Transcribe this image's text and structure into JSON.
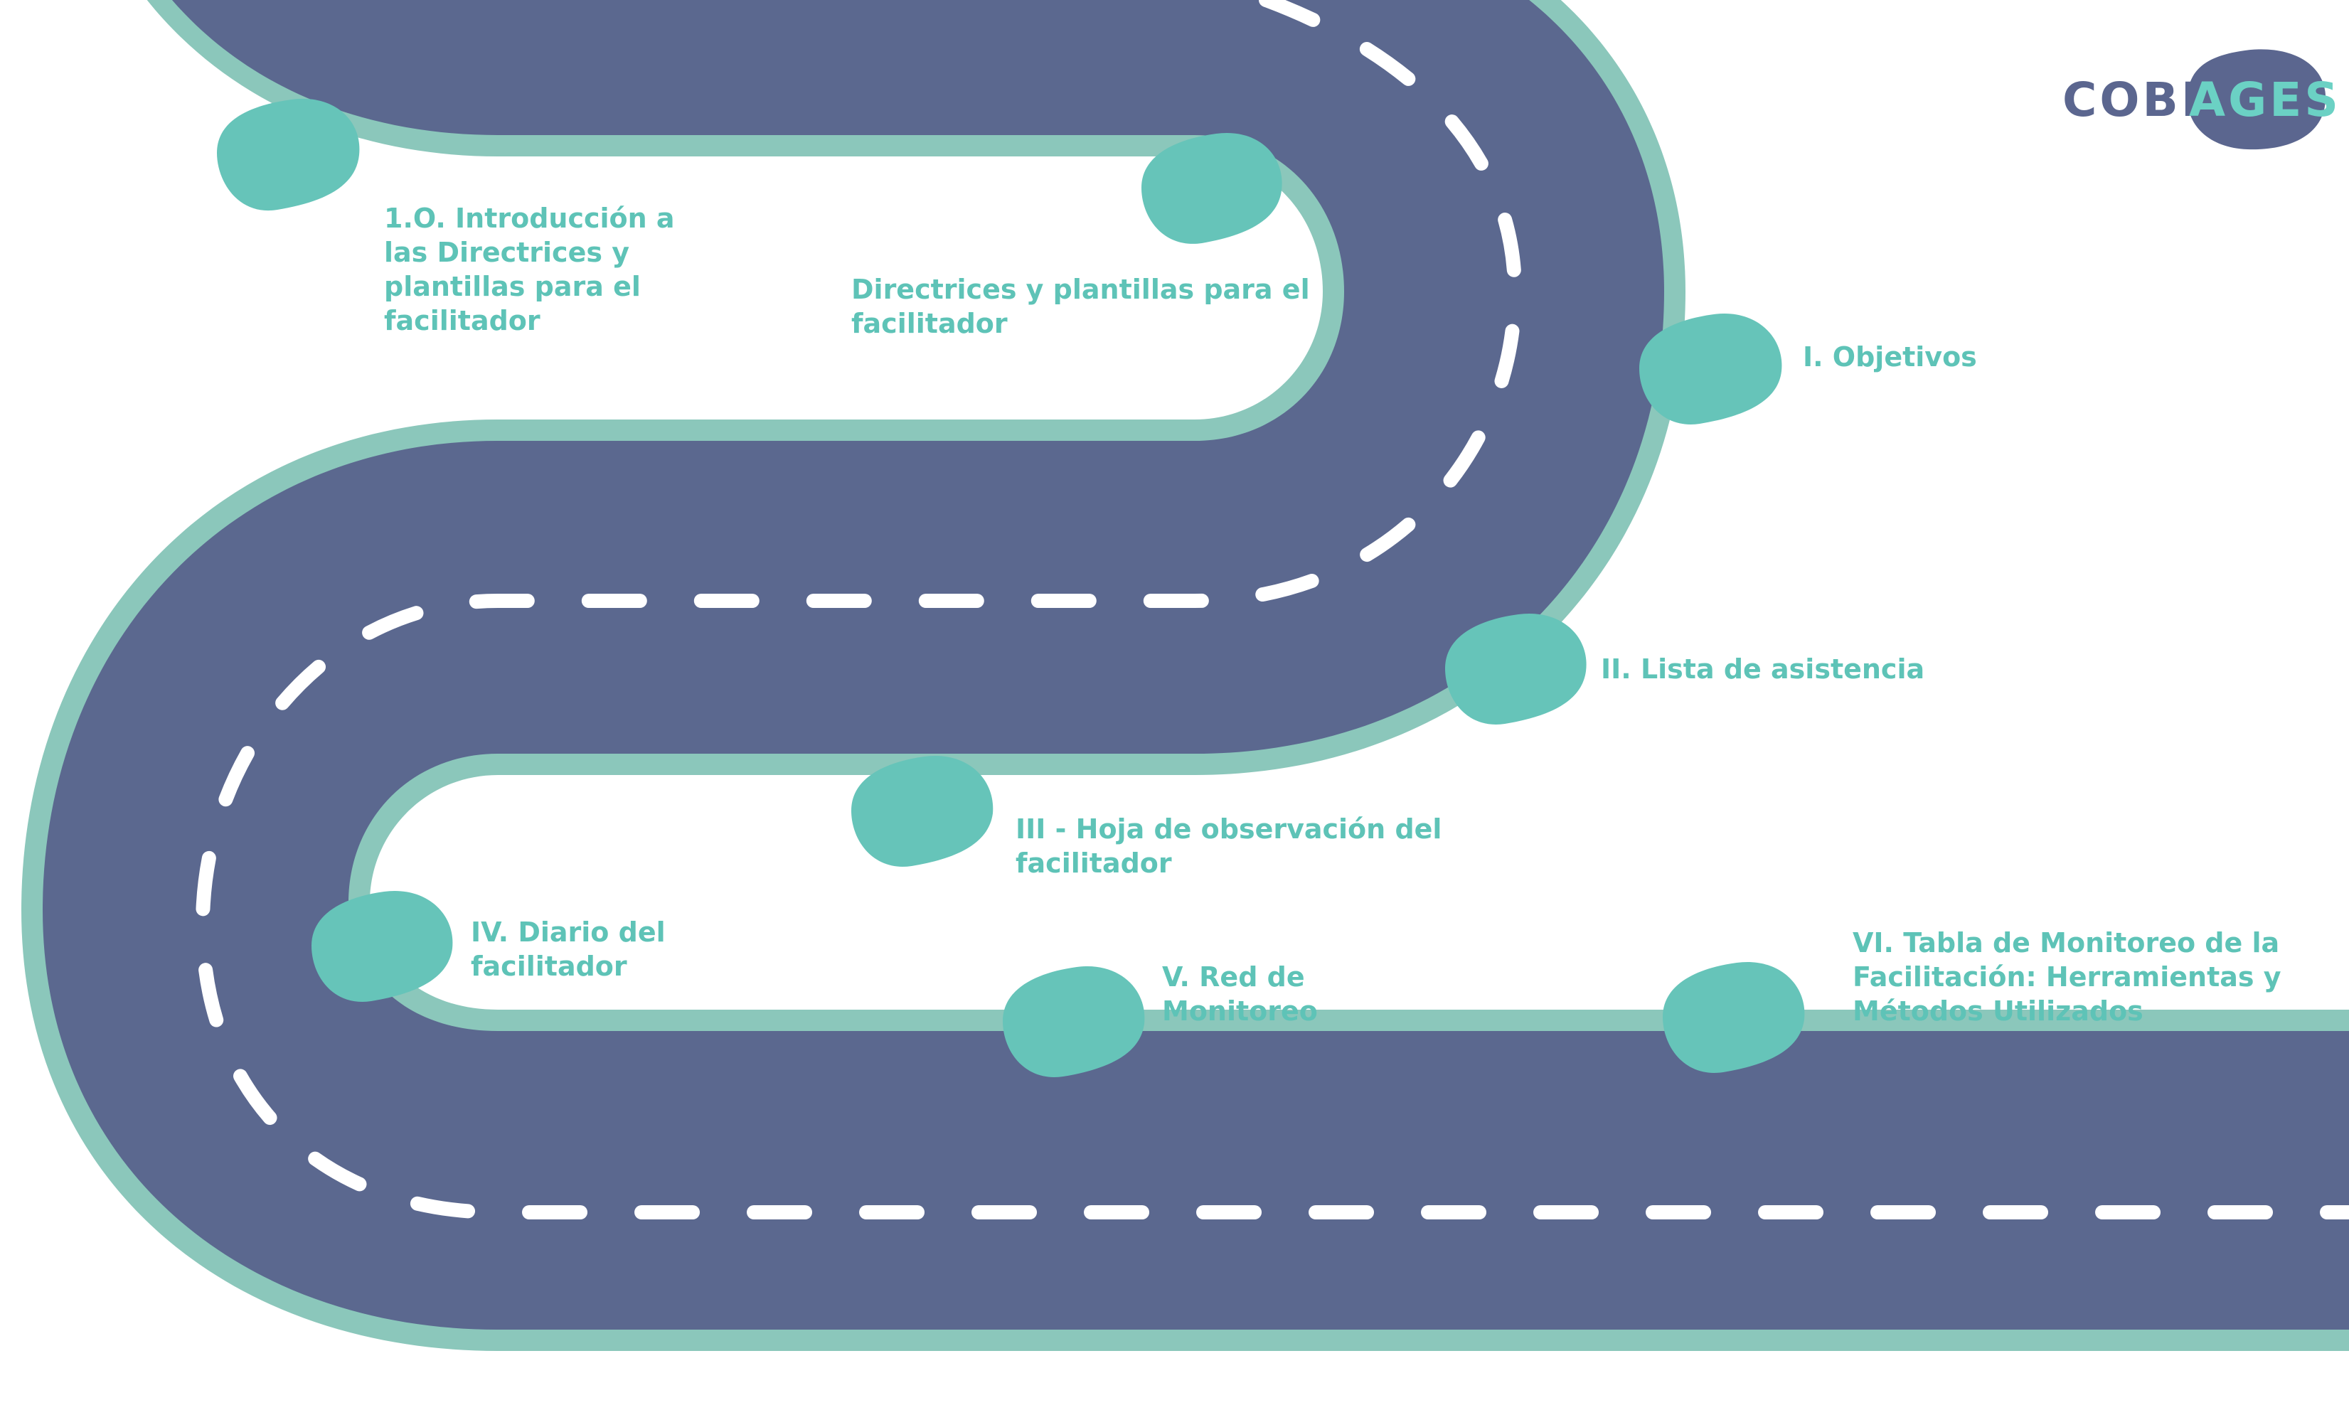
{
  "logo": {
    "part1": "COBL",
    "part2": "AGES",
    "colors": {
      "part1": "#5b668f",
      "part2": "#6bd1c4",
      "blob": "#5b668f"
    }
  },
  "colors": {
    "road": "#5b688f",
    "road_border": "#8bc7bb",
    "lane_marking": "#ffffff",
    "marker": "#66c4b9",
    "label_text": "#5ec3b7",
    "background": "#ffffff"
  },
  "stages": [
    {
      "id": "intro",
      "marker_icon": "location-marker-icon",
      "label": "1.O. Introducción a\n   las Directrices y\n   plantillas para el\n   facilitador"
    },
    {
      "id": "directrices",
      "marker_icon": "location-marker-icon",
      "label": "Directrices y plantillas para el\nfacilitador"
    },
    {
      "id": "objetivos",
      "marker_icon": "location-marker-icon",
      "label": "I. Objetivos"
    },
    {
      "id": "asistencia",
      "marker_icon": "location-marker-icon",
      "label": "II. Lista de asistencia"
    },
    {
      "id": "observacion",
      "marker_icon": "location-marker-icon",
      "label": "III - Hoja de observación del\nfacilitador"
    },
    {
      "id": "diario",
      "marker_icon": "location-marker-icon",
      "label": "IV. Diario del\nfacilitador"
    },
    {
      "id": "red",
      "marker_icon": "location-marker-icon",
      "label": "V. Red de\nMonitoreo"
    },
    {
      "id": "tabla",
      "marker_icon": "location-marker-icon",
      "label": "VI. Tabla de Monitoreo de la\nFacilitación: Herramientas y\nMétodos Utilizados"
    }
  ]
}
